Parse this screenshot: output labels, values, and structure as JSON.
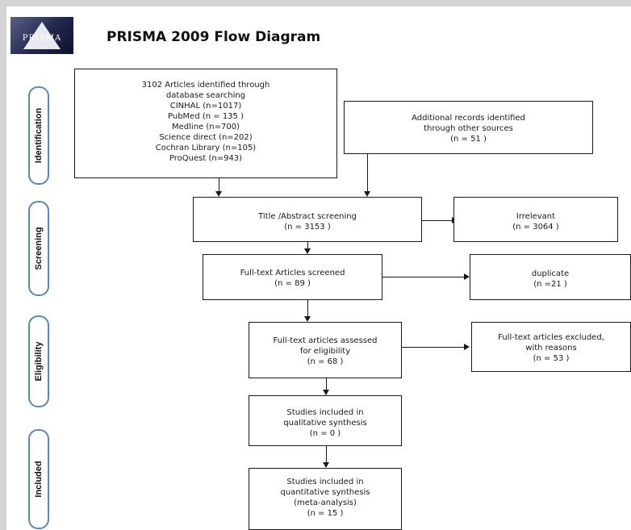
{
  "logo": {
    "text": "PRISMA"
  },
  "title": "PRISMA 2009 Flow Diagram",
  "stages": [
    "Identification",
    "Screening",
    "Eligibility",
    "Included"
  ],
  "boxes": {
    "identified_db": [
      "3102 Articles identified through",
      "database searching",
      "CINHAL (n=1017)",
      "PubMed (n = 135 )",
      "Medline (n=700)",
      "Science direct (n=202)",
      "Cochran Library (n=105)",
      "ProQuest (n=943)"
    ],
    "other_sources": [
      "Additional records identified",
      "through other sources",
      "(n = 51 )"
    ],
    "title_abstract": [
      "Title /Abstract screening",
      "(n = 3153 )"
    ],
    "irrelevant": [
      "Irrelevant",
      "(n = 3064 )"
    ],
    "fulltext_screened": [
      "Full-text Articles screened",
      "(n = 89 )"
    ],
    "duplicate": [
      "duplicate",
      "(n =21 )"
    ],
    "eligibility": [
      "Full-text articles assessed",
      "for eligibility",
      "(n = 68 )"
    ],
    "excluded": [
      "Full-text articles excluded,",
      "with reasons",
      "(n = 53 )"
    ],
    "qualitative": [
      "Studies included in",
      "qualitative synthesis",
      "(n = 0 )"
    ],
    "quantitative": [
      "Studies included in",
      "quantitative synthesis",
      "(meta-analysis)",
      "(n = 15 )"
    ]
  }
}
